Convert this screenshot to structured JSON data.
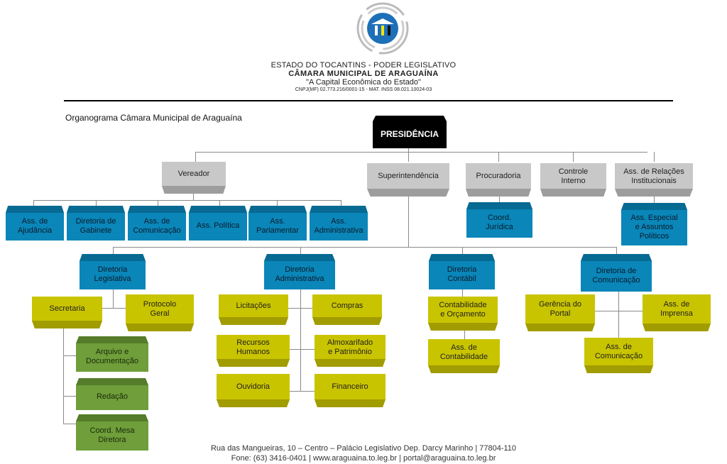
{
  "header": {
    "line1": "ESTADO DO TOCANTINS - PODER LEGISLATIVO",
    "line2": "CÂMARA MUNICIPAL DE ARAGUAÍNA",
    "line3": "\"A Capital Econômica do Estado\"",
    "line4": "CNPJ(MF) 02.773.216/0001-15 - MAT. INSS 08.021.10024-03",
    "logo_icon": "camara-logo"
  },
  "title": "Organograma Câmara Municipal de Araguaína",
  "org": {
    "presidencia": "PRESIDÊNCIA",
    "level1": {
      "vereador": "Vereador",
      "superintendencia": "Superintendência",
      "procuradoria": "Procuradoria",
      "controle_interno": "Controle\nInterno",
      "relacoes": "Ass. de Relações\nInstitucionais"
    },
    "vereador_children": [
      "Ass. de\nAjudância",
      "Diretoria de\nGabinete",
      "Ass. de\nComunicação",
      "Ass. Política",
      "Ass.\nParlamentar",
      "Ass.\nAdministrativa"
    ],
    "coord_juridica": "Coord.\nJurídica",
    "ass_especial": "Ass. Especial\ne Assuntos\nPolíticos",
    "diretorias": {
      "legislativa": "Diretoria\nLegislativa",
      "administrativa": "Diretoria\nAdministrativa",
      "contabil": "Diretoria\nContábil",
      "comunicacao": "Diretoria de\nComunicação"
    },
    "legislativa_children": {
      "secretaria": "Secretaria",
      "protocolo": "Protocolo\nGeral"
    },
    "secretaria_children": [
      "Arquivo e\nDocumentação",
      "Redação",
      "Coord. Mesa\nDiretora"
    ],
    "administrativa_children": {
      "licitacoes": "Licitações",
      "compras": "Compras",
      "rh": "Recursos\nHumanos",
      "almoxarifado": "Almoxarifado\ne Patrimônio",
      "ouvidoria": "Ouvidoria",
      "financeiro": "Financeiro"
    },
    "contabil_children": [
      "Contabilidade\ne Orçamento",
      "Ass. de\nContabilidade"
    ],
    "comunicacao_children": {
      "portal": "Gerência do\nPortal",
      "imprensa": "Ass. de\nImprensa",
      "ass_comunicacao": "Ass. de\nComunicação"
    }
  },
  "footer": {
    "line1": "Rua das Mangueiras, 10 – Centro – Palácio Legislativo Dep. Darcy Marinho | 77804-110",
    "line2": "Fone: (63) 3416-0401 | www.araguaina.to.leg.br | portal@araguaina.to.leg.br"
  }
}
